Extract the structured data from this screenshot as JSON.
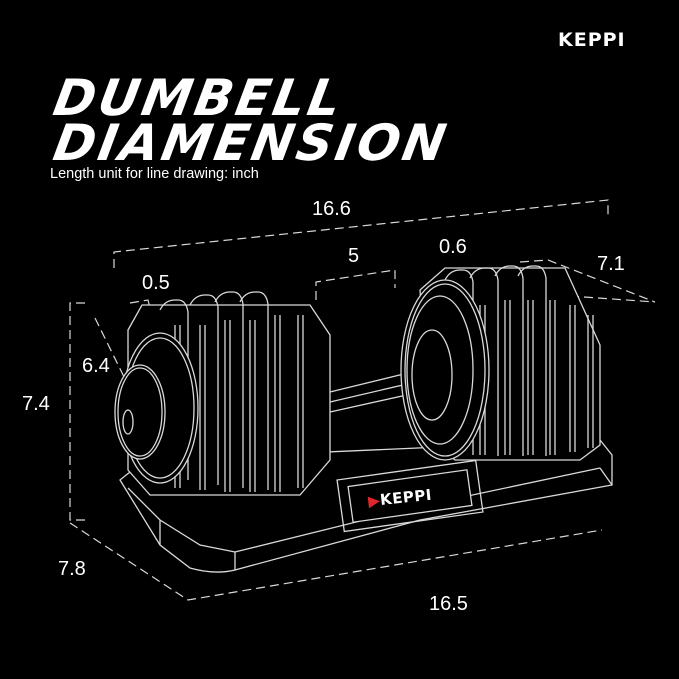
{
  "brand": {
    "name": "KEPPI",
    "accent_color": "#e3262c"
  },
  "header": {
    "title_line1": "DUMBELL",
    "title_line2": "DIAMENSION",
    "subtitle": "Length unit for line drawing: inch"
  },
  "dimensions": {
    "overall_length": "16.6",
    "handle_length": "5",
    "right_plate_thickness": "0.6",
    "depth": "7.1",
    "left_plate_thickness": "0.5",
    "plate_height": "6.4",
    "total_height": "7.4",
    "tray_depth": "7.8",
    "tray_length": "16.5"
  },
  "tray_label": {
    "logo_text": "KEPPI"
  },
  "colors": {
    "background": "#000000",
    "line": "#d9d9d9",
    "text": "#ffffff"
  }
}
